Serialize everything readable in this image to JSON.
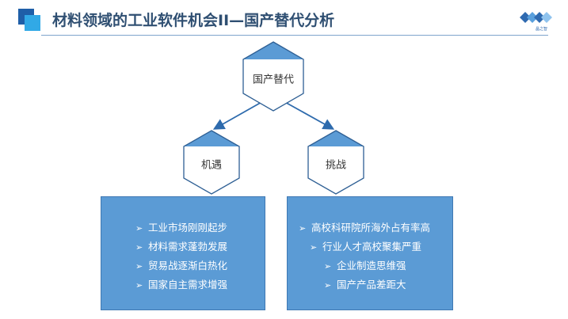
{
  "header": {
    "title": "材料领域的工业软件机会II—国产替代分析",
    "logo_text": "晶之智"
  },
  "diagram": {
    "root": {
      "label": "国产替代"
    },
    "branches": [
      {
        "label": "机遇",
        "items": [
          {
            "text": "工业市场刚刚起步"
          },
          {
            "text": "材料需求蓬勃发展"
          },
          {
            "text": "贸易战逐渐白热化"
          },
          {
            "text": "国家自主需求增强"
          }
        ]
      },
      {
        "label": "挑战",
        "items": [
          {
            "text": "高校科研院所海外占有率高"
          },
          {
            "text": "行业人才高校聚集严重"
          },
          {
            "text": "企业制造思维强"
          },
          {
            "text": "国产产品差距大"
          }
        ]
      }
    ],
    "bullet_symbol": "➢"
  },
  "colors": {
    "title": "#2f4f72",
    "hexagon_fill": "#ffffff",
    "hexagon_cap": "#5b9bd5",
    "hexagon_border": "#2e5f94",
    "panel_fill": "#5b9bd5",
    "arrow": "#2e6bad"
  }
}
